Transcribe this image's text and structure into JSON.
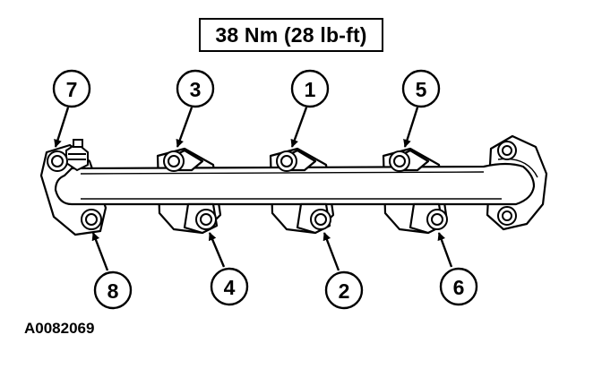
{
  "torque_spec": "38 Nm (28 lb-ft)",
  "figure_id": "A0082069",
  "callouts": [
    "7",
    "3",
    "1",
    "5",
    "8",
    "4",
    "2",
    "6"
  ]
}
